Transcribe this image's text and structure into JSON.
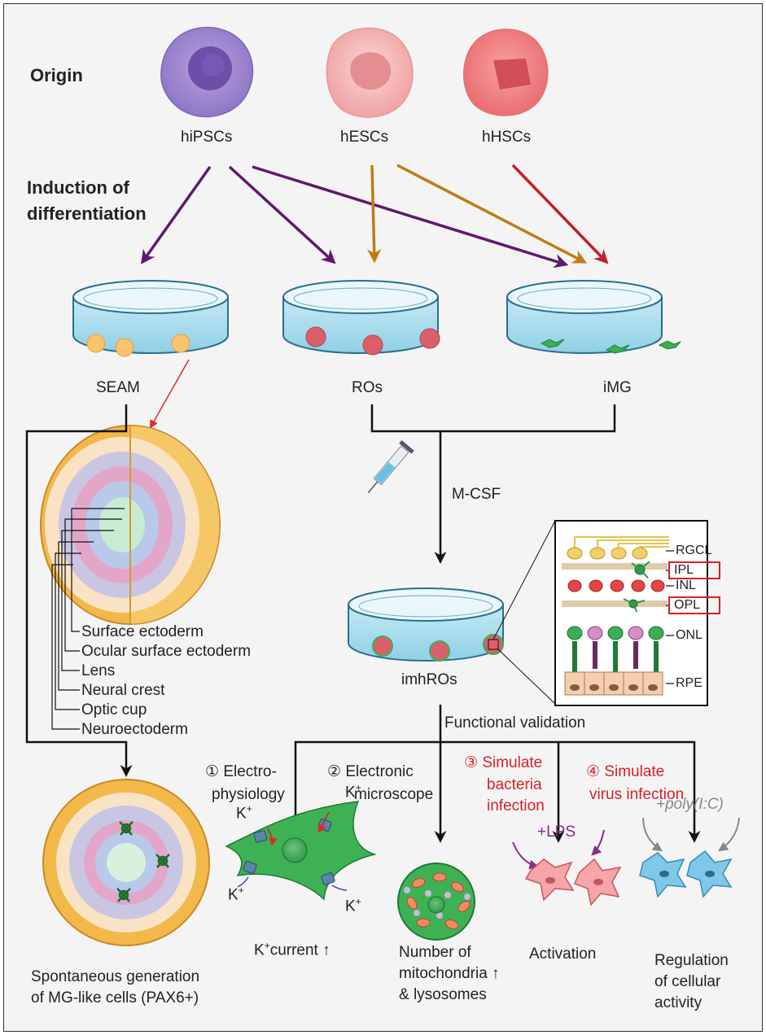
{
  "sections": {
    "origin": "Origin",
    "induction": [
      "Induction of",
      "differentiation"
    ]
  },
  "sources": [
    "hiPSCs",
    "hESCs",
    "hHSCs"
  ],
  "cultures": [
    "SEAM",
    "ROs",
    "iMG"
  ],
  "mcsf": "M-CSF",
  "coculture": "imhROs",
  "retina_layers": [
    "RGCL",
    "IPL",
    "INL",
    "OPL",
    "ONL",
    "RPE"
  ],
  "seam_layers": [
    "Surface ectoderm",
    "Ocular surface ectoderm",
    "Lens",
    "Neural crest",
    "Optic cup",
    "Neuroectoderm"
  ],
  "seam_result": [
    "Spontaneous generation",
    "of MG-like cells (PAX6+)"
  ],
  "validation_title": "Functional validation",
  "assays": [
    {
      "num": "①",
      "lines": [
        "Electro-",
        "physiology"
      ]
    },
    {
      "num": "②",
      "lines": [
        "Electronic",
        "microscope"
      ]
    },
    {
      "num": "③",
      "lines": [
        "Simulate",
        "bacteria",
        "infection"
      ]
    },
    {
      "num": "④",
      "lines": [
        "Simulate",
        "virus infection"
      ]
    }
  ],
  "ion": "K",
  "ion_charge": "+",
  "results": {
    "current": [
      "current ↑"
    ],
    "mito": [
      "Number of",
      "mitochondria ↑",
      "& lysosomes"
    ],
    "lps": "+LPS",
    "activation": "Activation",
    "poly": "+poly(I:C)",
    "regulation": [
      "Regulation",
      "of cellular",
      "activity"
    ]
  },
  "colors": {
    "purple_arrow": "#5e1a6e",
    "gold_arrow": "#c17a16",
    "red_arrow": "#c41e2a",
    "red_text": "#d62027"
  }
}
